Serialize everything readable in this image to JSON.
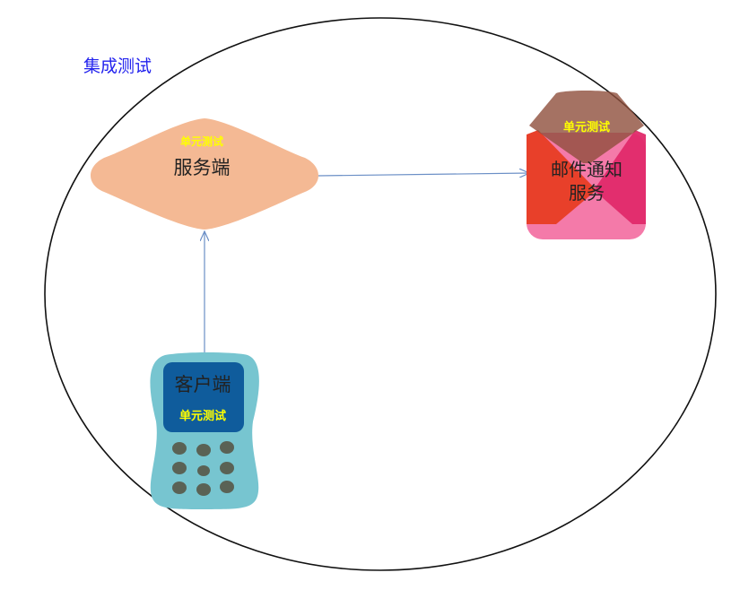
{
  "title": "集成测试",
  "server": {
    "tag": "单元测试",
    "label": "服务端"
  },
  "client": {
    "label": "客户端",
    "tag": "单元测试"
  },
  "mail_service": {
    "tag": "单元测试",
    "label_line1": "邮件通知",
    "label_line2": "服务"
  },
  "colors": {
    "title": "#2222ee",
    "tag": "#ffff00",
    "server_fill": "#f4b994",
    "client_body": "#77c5d0",
    "client_screen": "#0f5c9c",
    "client_keys": "#5a6255",
    "mail_back": "#f47aa9",
    "mail_left": "#e8402a",
    "mail_right": "#e02a6a",
    "mail_flap": "#8e4f3c",
    "arrow": "#6b8fc6"
  }
}
